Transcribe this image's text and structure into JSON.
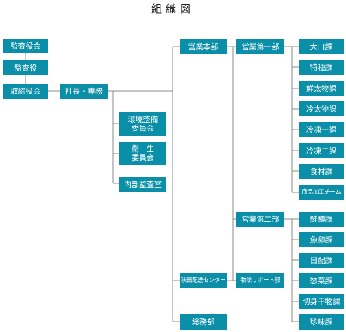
{
  "title": "組織図",
  "nodes": {
    "kansayakukai": "監査役会",
    "kansayaku": "監査役",
    "torishimariyakukai": "取締役会",
    "shacho": "社長・専務",
    "kankyo": "環境整備\n委員会",
    "eisei": "衛　生\n委員会",
    "naibu": "内部監査室",
    "eigyo_honbu": "営業本部",
    "akita": "秋田配送センター",
    "somu": "総務部",
    "eigyo1": "営業第一部",
    "eigyo2": "営業第二部",
    "butsuryu": "物流サポート部",
    "oguchi": "大口課",
    "tokushu": "特種課",
    "sentai": "鮮太物課",
    "reitai": "冷太物課",
    "reito1": "冷凍一課",
    "reito2": "冷凍二課",
    "shokuzai": "食材課",
    "shohin": "商品加工チーム",
    "sake": "鮭鱒課",
    "gyoran": "魚卵課",
    "nippai": "日配課",
    "sozai": "惣菜課",
    "kirimi": "切身干物課",
    "chinmi": "珍味課"
  }
}
